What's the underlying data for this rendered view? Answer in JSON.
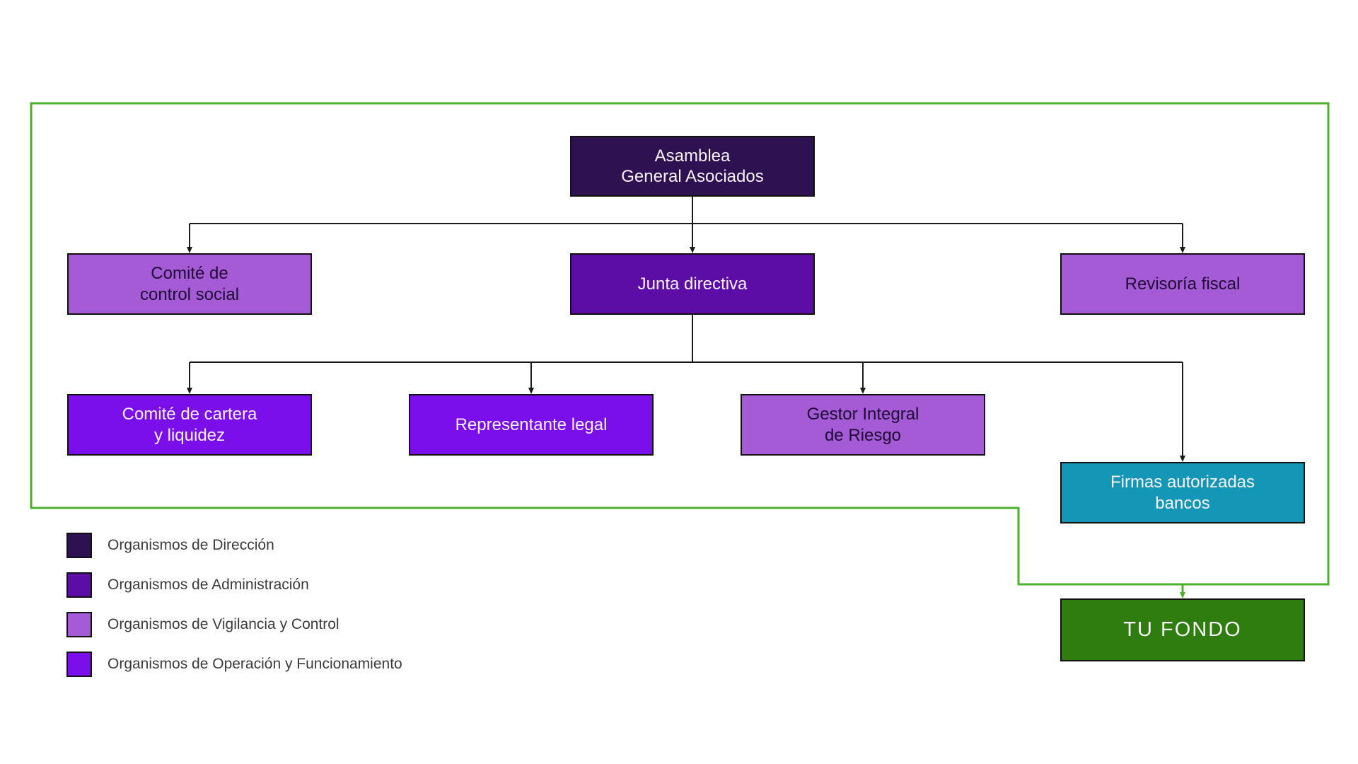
{
  "diagram": {
    "type": "org-chart",
    "nodes": {
      "asamblea": {
        "label": "Asamblea\nGeneral Asociados",
        "category": "Organismos de Dirección"
      },
      "control_social": {
        "label": "Comité de\ncontrol social",
        "category": "Organismos de Vigilancia y Control"
      },
      "junta": {
        "label": "Junta directiva",
        "category": "Organismos de Administración"
      },
      "revisoria": {
        "label": "Revisoría fiscal",
        "category": "Organismos de Vigilancia y Control"
      },
      "cartera": {
        "label": "Comité de cartera\ny liquidez",
        "category": "Organismos de Operación y Funcionamiento"
      },
      "representante": {
        "label": "Representante legal",
        "category": "Organismos de Operación y Funcionamiento"
      },
      "gestor": {
        "label": "Gestor Integral\nde Riesgo",
        "category": "Organismos de Vigilancia y Control"
      },
      "firmas": {
        "label": "Firmas autorizadas\nbancos",
        "category": ""
      },
      "tu_fondo": {
        "label": "TU  FONDO",
        "category": ""
      }
    },
    "edges": [
      {
        "from": "asamblea",
        "to": "control_social"
      },
      {
        "from": "asamblea",
        "to": "junta"
      },
      {
        "from": "asamblea",
        "to": "revisoria"
      },
      {
        "from": "junta",
        "to": "cartera"
      },
      {
        "from": "junta",
        "to": "representante"
      },
      {
        "from": "junta",
        "to": "gestor"
      },
      {
        "from": "junta",
        "to": "firmas"
      },
      {
        "from": "outline",
        "to": "tu_fondo"
      }
    ]
  },
  "legend": {
    "items": [
      {
        "label": "Organismos de Dirección",
        "color": "#2d1150"
      },
      {
        "label": "Organismos de Administración",
        "color": "#5c0da6"
      },
      {
        "label": "Organismos de Vigilancia y Control",
        "color": "#a55ad6"
      },
      {
        "label": "Organismos de Operación y Funcionamiento",
        "color": "#7b0fec"
      }
    ]
  },
  "colors": {
    "direccion": "#2d1150",
    "administracion": "#5c0da6",
    "vigilancia_control": "#a55ad6",
    "operacion_funcionamiento": "#7b0fec",
    "firmas_bancos": "#1496b6",
    "tu_fondo_box": "#2f7d0e",
    "outline_green": "#4db02c",
    "connector_black": "#1a1a1a"
  }
}
